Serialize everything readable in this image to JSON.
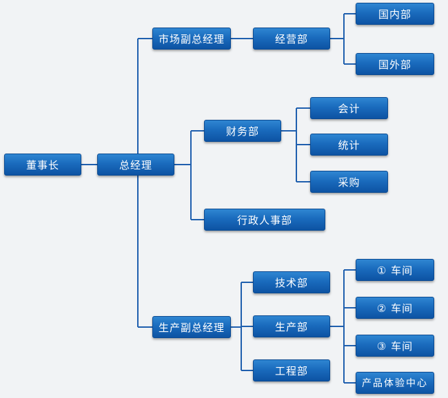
{
  "colors": {
    "line": "#1f5fae",
    "box_top": "#2f86d2",
    "box_bottom": "#0d53a3"
  },
  "nodes": {
    "chairman": "董事长",
    "general_manager": "总经理",
    "market_vp": "市场副总经理",
    "operations_dept": "经营部",
    "domestic_dept": "国内部",
    "foreign_dept": "国外部",
    "finance_dept": "财务部",
    "accounting": "会计",
    "statistics": "统计",
    "procurement": "采购",
    "admin_hr_dept": "行政人事部",
    "production_vp": "生产副总经理",
    "technology_dept": "技术部",
    "production_dept": "生产部",
    "engineering_dept": "工程部",
    "workshop_1": "① 车间",
    "workshop_2": "② 车间",
    "workshop_3": "③ 车间",
    "experience_center": "产品体验中心"
  }
}
